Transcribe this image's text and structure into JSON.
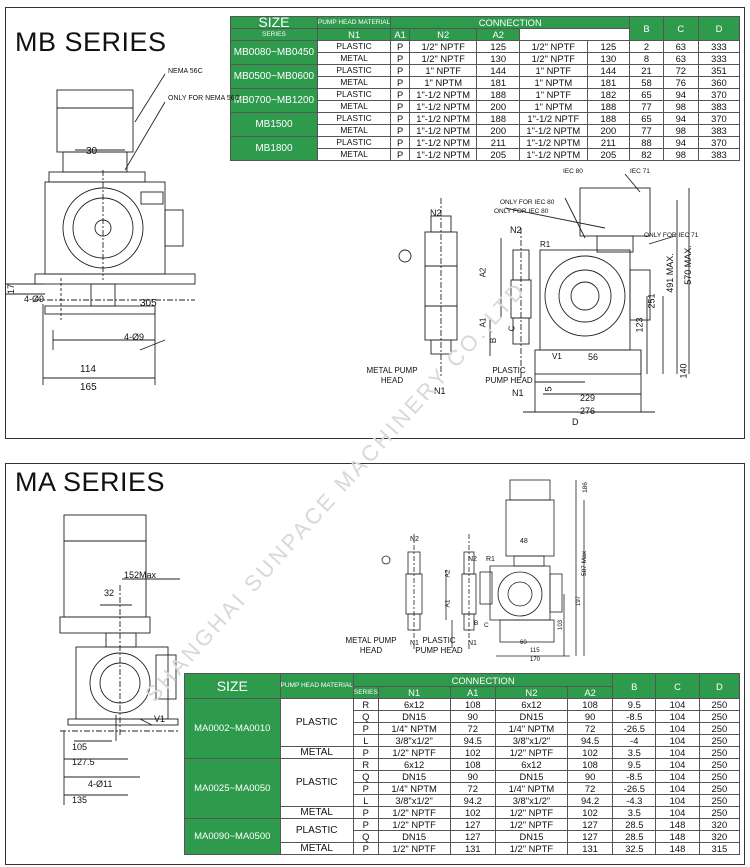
{
  "mb": {
    "title": "MB SERIES",
    "headers": {
      "size": "SIZE",
      "material": "PUMP HEAD MATERIAL",
      "series": "SERIES",
      "connection": "CONNECTION",
      "n1": "N1",
      "a1": "A1",
      "n2": "N2",
      "a2": "A2",
      "b": "B",
      "c": "C",
      "d": "D"
    },
    "rows": [
      {
        "size": "MB0080~MB0450",
        "material": "PLASTIC",
        "series": "P",
        "n1": "1/2\" NPTF",
        "a1": "125",
        "n2": "1/2\" NPTF",
        "a2": "125",
        "b": "2",
        "c": "63",
        "d": "333"
      },
      {
        "size": "",
        "material": "METAL",
        "series": "P",
        "n1": "1/2\" NPTF",
        "a1": "130",
        "n2": "1/2\" NPTF",
        "a2": "130",
        "b": "8",
        "c": "63",
        "d": "333"
      },
      {
        "size": "MB0500~MB0600",
        "material": "PLASTIC",
        "series": "P",
        "n1": "1\" NPTF",
        "a1": "144",
        "n2": "1\" NPTF",
        "a2": "144",
        "b": "21",
        "c": "72",
        "d": "351"
      },
      {
        "size": "",
        "material": "METAL",
        "series": "P",
        "n1": "1\" NPTM",
        "a1": "181",
        "n2": "1\" NPTM",
        "a2": "181",
        "b": "58",
        "c": "76",
        "d": "360"
      },
      {
        "size": "MB0700~MB1200",
        "material": "PLASTIC",
        "series": "P",
        "n1": "1\"-1/2 NPTM",
        "a1": "188",
        "n2": "1\" NPTF",
        "a2": "182",
        "b": "65",
        "c": "94",
        "d": "370"
      },
      {
        "size": "",
        "material": "METAL",
        "series": "P",
        "n1": "1\"-1/2 NPTM",
        "a1": "200",
        "n2": "1\" NPTM",
        "a2": "188",
        "b": "77",
        "c": "98",
        "d": "383"
      },
      {
        "size": "MB1500",
        "material": "PLASTIC",
        "series": "P",
        "n1": "1\"-1/2 NPTM",
        "a1": "188",
        "n2": "1\"-1/2 NPTF",
        "a2": "188",
        "b": "65",
        "c": "94",
        "d": "370"
      },
      {
        "size": "",
        "material": "METAL",
        "series": "P",
        "n1": "1\"-1/2 NPTM",
        "a1": "200",
        "n2": "1\"-1/2 NPTM",
        "a2": "200",
        "b": "77",
        "c": "98",
        "d": "383"
      },
      {
        "size": "MB1800",
        "material": "PLASTIC",
        "series": "P",
        "n1": "1\"-1/2 NPTM",
        "a1": "211",
        "n2": "1\"-1/2 NPTM",
        "a2": "211",
        "b": "88",
        "c": "94",
        "d": "370"
      },
      {
        "size": "",
        "material": "METAL",
        "series": "P",
        "n1": "1\"-1/2 NPTM",
        "a1": "205",
        "n2": "1\"-1/2 NPTM",
        "a2": "205",
        "b": "82",
        "c": "98",
        "d": "383"
      }
    ],
    "labels": {
      "nema": "NEMA 56C",
      "only_nema": "ONLY FOR NEMA 56C",
      "d30": "30",
      "d17": "17",
      "d4phi9a": "4-Ø9",
      "d305": "305",
      "d4phi9b": "4-Ø9",
      "d114": "114",
      "d165": "165",
      "iec80": "IEC 80",
      "iec71": "IEC 71",
      "only_iec80a": "ONLY FOR IEC 80",
      "only_iec80b": "ONLY FOR IEC 80",
      "only_iec71": "ONLY FOR IEC 71",
      "n2a": "N2",
      "n2b": "N2",
      "r1": "R1",
      "a2": "A2",
      "a1": "A1",
      "b": "B",
      "c": "C",
      "v1": "V1",
      "d56": "56",
      "d251": "251",
      "d123": "123",
      "d491": "491 MAX.",
      "d570": "570 MAX.",
      "d140": "140",
      "d5": "5",
      "d229": "229",
      "d276": "276",
      "dD": "D",
      "n1a": "N1",
      "n1b": "N1",
      "metal_head": "METAL PUMP HEAD",
      "plastic_head": "PLASTIC PUMP HEAD"
    }
  },
  "ma": {
    "title": "MA SERIES",
    "headers": {
      "size": "SIZE",
      "material": "PUMP HEAD MATERIAL",
      "series": "SERIES",
      "connection": "CONNECTION",
      "n1": "N1",
      "a1": "A1",
      "n2": "N2",
      "a2": "A2",
      "b": "B",
      "c": "C",
      "d": "D"
    },
    "groups": [
      {
        "size": "MA0002~MA0010",
        "blocks": [
          {
            "material": "PLASTIC",
            "rows": [
              {
                "series": "R",
                "n1": "6x12",
                "a1": "108",
                "n2": "6x12",
                "a2": "108",
                "b": "9.5",
                "c": "104",
                "d": "250"
              },
              {
                "series": "Q",
                "n1": "DN15",
                "a1": "90",
                "n2": "DN15",
                "a2": "90",
                "b": "-8.5",
                "c": "104",
                "d": "250"
              },
              {
                "series": "P",
                "n1": "1/4\" NPTM",
                "a1": "72",
                "n2": "1/4\" NPTM",
                "a2": "72",
                "b": "-26.5",
                "c": "104",
                "d": "250"
              },
              {
                "series": "L",
                "n1": "3/8\"x1/2\"",
                "a1": "94.5",
                "n2": "3/8\"x1/2\"",
                "a2": "94.5",
                "b": "-4",
                "c": "104",
                "d": "250"
              }
            ]
          },
          {
            "material": "METAL",
            "rows": [
              {
                "series": "P",
                "n1": "1/2\" NPTF",
                "a1": "102",
                "n2": "1/2\" NPTF",
                "a2": "102",
                "b": "3.5",
                "c": "104",
                "d": "250"
              }
            ]
          }
        ]
      },
      {
        "size": "MA0025~MA0050",
        "blocks": [
          {
            "material": "PLASTIC",
            "rows": [
              {
                "series": "R",
                "n1": "6x12",
                "a1": "108",
                "n2": "6x12",
                "a2": "108",
                "b": "9.5",
                "c": "104",
                "d": "250"
              },
              {
                "series": "Q",
                "n1": "DN15",
                "a1": "90",
                "n2": "DN15",
                "a2": "90",
                "b": "-8.5",
                "c": "104",
                "d": "250"
              },
              {
                "series": "P",
                "n1": "1/4\" NPTM",
                "a1": "72",
                "n2": "1/4\" NPTM",
                "a2": "72",
                "b": "-26.5",
                "c": "104",
                "d": "250"
              },
              {
                "series": "L",
                "n1": "3/8\"x1/2\"",
                "a1": "94.2",
                "n2": "3/8\"x1/2\"",
                "a2": "94.2",
                "b": "-4.3",
                "c": "104",
                "d": "250"
              }
            ]
          },
          {
            "material": "METAL",
            "rows": [
              {
                "series": "P",
                "n1": "1/2\" NPTF",
                "a1": "102",
                "n2": "1/2\" NPTF",
                "a2": "102",
                "b": "3.5",
                "c": "104",
                "d": "250"
              }
            ]
          }
        ]
      },
      {
        "size": "MA0090~MA0500",
        "blocks": [
          {
            "material": "PLASTIC",
            "rows": [
              {
                "series": "P",
                "n1": "1/2\" NPTF",
                "a1": "127",
                "n2": "1/2\" NPTF",
                "a2": "127",
                "b": "28.5",
                "c": "148",
                "d": "320"
              },
              {
                "series": "Q",
                "n1": "DN15",
                "a1": "127",
                "n2": "DN15",
                "a2": "127",
                "b": "28.5",
                "c": "148",
                "d": "320"
              }
            ]
          },
          {
            "material": "METAL",
            "rows": [
              {
                "series": "P",
                "n1": "1/2\" NPTF",
                "a1": "131",
                "n2": "1/2\" NPTF",
                "a2": "131",
                "b": "32.5",
                "c": "148",
                "d": "315"
              }
            ]
          }
        ]
      }
    ],
    "labels": {
      "d152": "152Max",
      "d32": "32",
      "v1": "V1",
      "d105": "105",
      "d127": "127.5",
      "d4phi11": "4-Ø11",
      "d135": "135",
      "metal_head": "METAL PUMP HEAD",
      "plastic_head": "PLASTIC PUMP HEAD",
      "n2a": "N2",
      "n2b": "N2",
      "n1a": "N1",
      "n1b": "N1",
      "a2": "A2",
      "a1": "A1",
      "b": "B",
      "c": "C",
      "r1": "R1",
      "d48": "48",
      "d186": "186",
      "d587": "587 Max",
      "d170": "170",
      "d115": "115",
      "d60": "60",
      "d197": "197",
      "d103": "103"
    }
  },
  "watermark": "SHANGHAI SUNPACE MACHINERY CO.,LTD",
  "colors": {
    "green": "#2e9a4b"
  }
}
